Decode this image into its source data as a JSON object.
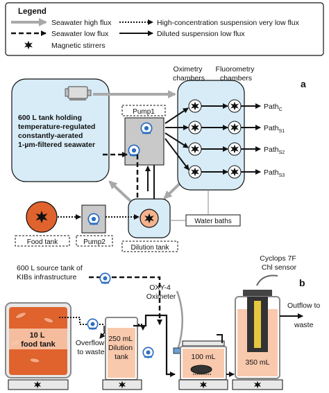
{
  "legend": {
    "title": "Legend",
    "items": [
      {
        "label": "Seawater high flux",
        "style": "grey-arrow"
      },
      {
        "label": "High-concentration suspension very low flux",
        "style": "dotted-arrow"
      },
      {
        "label": "Seawater low flux",
        "style": "dashed-arrow"
      },
      {
        "label": "Diluted suspension low flux",
        "style": "solid-arrow"
      },
      {
        "label": "Magnetic stirrers",
        "style": "star"
      }
    ]
  },
  "panel_a": {
    "panel_label": "a",
    "tank_lines": [
      "600 L tank holding",
      "temperature-regulated",
      "constantly-aerated",
      "1-µm-filtered seawater"
    ],
    "pump1": "Pump1",
    "pump2": "Pump2",
    "food_tank": "Food tank",
    "dilution_tank": "Dilution tank",
    "water_baths": "Water baths",
    "oximetry": [
      "Oximetry",
      "chambers"
    ],
    "fluorometry": [
      "Fluorometry",
      "chambers"
    ],
    "paths": [
      {
        "main": "Path",
        "sub": "C"
      },
      {
        "main": "Path",
        "sub": "S1"
      },
      {
        "main": "Path",
        "sub": "S2"
      },
      {
        "main": "Path",
        "sub": "S3"
      }
    ]
  },
  "panel_b": {
    "panel_label": "b",
    "source_tank": [
      "600 L source tank of",
      "KIBs infrastructure"
    ],
    "food_tank": [
      "10 L",
      "food tank"
    ],
    "overflow_left": [
      "Overflow",
      "to waste"
    ],
    "dilution": [
      "250 mL",
      "Dilution",
      "tank"
    ],
    "oxy": [
      "OXY-4",
      "Oximeter"
    ],
    "chamber_100": "100 mL",
    "chamber_350": "350 mL",
    "cyclops": [
      "Cyclops 7F",
      "Chl sensor"
    ],
    "outflow": [
      "Outflow to",
      "waste"
    ]
  },
  "colors": {
    "tank_blue": "#d7ecf7",
    "food_orange": "#e0632d",
    "chamber_orange": "#f4b48e",
    "pump_grey": "#c9c9c9",
    "arrow_grey": "#a9a9a9",
    "pump_blue": "#2f6fc0"
  }
}
